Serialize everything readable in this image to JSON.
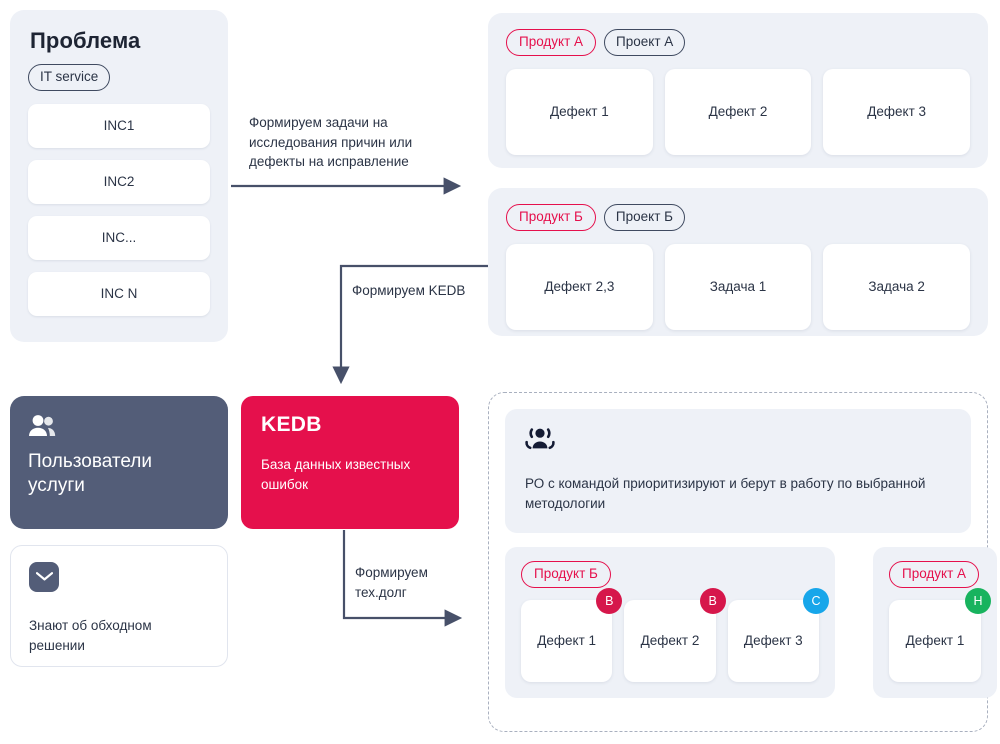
{
  "problem": {
    "title": "Проблема",
    "service_tag": "IT service",
    "incidents": [
      "INC1",
      "INC2",
      "INC...",
      "INC N"
    ]
  },
  "users_card": {
    "icon": "people-icon",
    "title": "Пользователи\nуслуги"
  },
  "workaround_card": {
    "icon": "envelope-icon",
    "text": "Знают об обходном решении"
  },
  "kedb": {
    "title": "KEDB",
    "subtitle": "База данных известных ошибок",
    "color": "#E5104C"
  },
  "arrows": [
    {
      "name": "arrow-tasks",
      "label": "Формируем задачи на исследования причин или дефекты на исправление"
    },
    {
      "name": "arrow-kedb",
      "label": "Формируем KEDB"
    },
    {
      "name": "arrow-techdebt",
      "label": "Формируем тех.долг"
    }
  ],
  "groups": [
    {
      "product_tag": "Продукт А",
      "project_tag": "Проект А",
      "items": [
        "Дефект 1",
        "Дефект 2",
        "Дефект 3"
      ]
    },
    {
      "product_tag": "Продукт Б",
      "project_tag": "Проект Б",
      "items": [
        "Дефект 2,3",
        "Задача 1",
        "Задача 2"
      ]
    }
  ],
  "backlog": {
    "po_card": {
      "icon": "team-icon",
      "text": "РО с командой приоритизируют и берут в работу по выбранной методологии"
    },
    "groups": [
      {
        "product_tag": "Продукт Б",
        "defects": [
          {
            "label": "Дефект 1",
            "severity": "В",
            "color": "#D6174B"
          },
          {
            "label": "Дефект 2",
            "severity": "В",
            "color": "#D6174B"
          },
          {
            "label": "Дефект 3",
            "severity": "С",
            "color": "#17A6EA"
          }
        ]
      },
      {
        "product_tag": "Продукт А",
        "defects": [
          {
            "label": "Дефект 1",
            "severity": "Н",
            "color": "#18B35E"
          }
        ]
      }
    ]
  },
  "colors": {
    "panel_bg": "#EEF1F7",
    "dark_card": "#535D78",
    "accent_red": "#E5104C",
    "arrow": "#475069"
  }
}
